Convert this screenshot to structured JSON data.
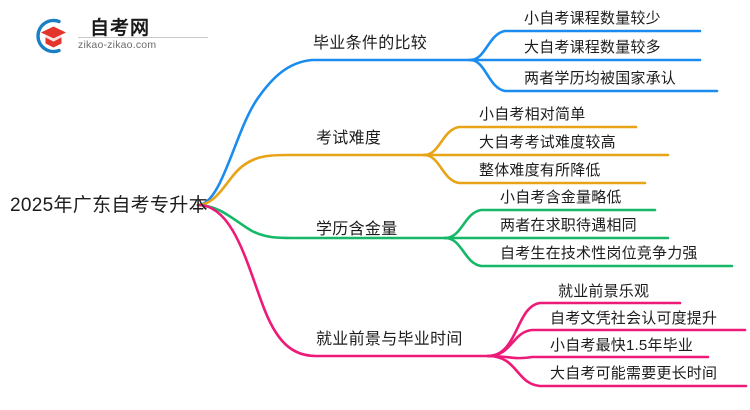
{
  "logo": {
    "name_cn": "自考网",
    "url": "zikao-zikao.com",
    "mark_arc_color": "#1b7fc4",
    "mark_cap_color": "#e2352c"
  },
  "mindmap": {
    "root": {
      "label": "2025年广东自考专升本"
    },
    "branches": [
      {
        "label": "毕业条件的比较",
        "color": "#1a8cf0",
        "children": [
          {
            "label": "小自考课程数量较少"
          },
          {
            "label": "大自考课程数量较多"
          },
          {
            "label": "两者学历均被国家承认"
          }
        ]
      },
      {
        "label": "考试难度",
        "color": "#e8a317",
        "children": [
          {
            "label": "小自考相对简单"
          },
          {
            "label": "大自考考试难度较高"
          },
          {
            "label": "整体难度有所降低"
          }
        ]
      },
      {
        "label": "学历含金量",
        "color": "#14b866",
        "children": [
          {
            "label": "小自考含金量略低"
          },
          {
            "label": "两者在求职待遇相同"
          },
          {
            "label": "自考生在技术性岗位竞争力强"
          }
        ]
      },
      {
        "label": "就业前景与毕业时间",
        "color": "#ee1a78",
        "children": [
          {
            "label": "就业前景乐观"
          },
          {
            "label": "自考文凭社会认可度提升"
          },
          {
            "label": "小自考最快1.5年毕业"
          },
          {
            "label": "大自考可能需要更长时间"
          }
        ]
      }
    ]
  }
}
